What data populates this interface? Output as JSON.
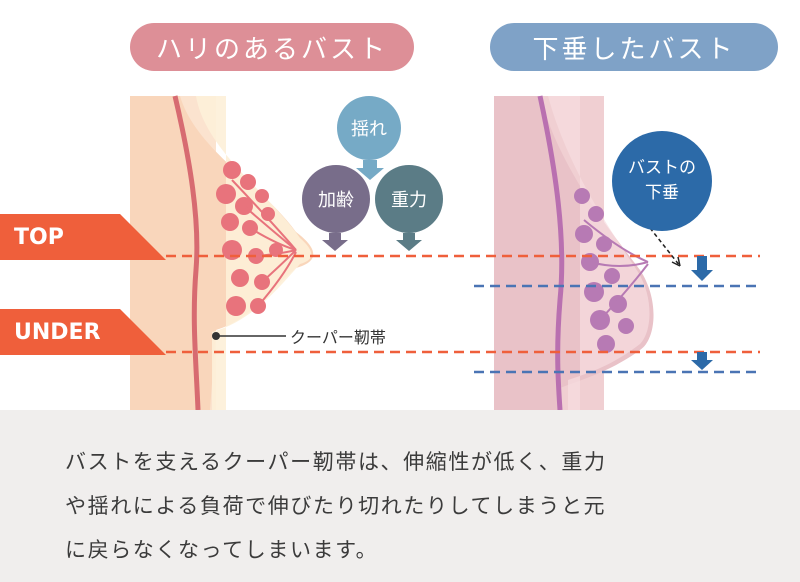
{
  "panels": {
    "left": {
      "title": "ハリのあるバスト",
      "color": "#dd8f97"
    },
    "right": {
      "title": "下垂したバスト",
      "color": "#7fa2c7"
    }
  },
  "levels": {
    "top": "TOP",
    "under": "UNDER",
    "color": "#ef5f3b"
  },
  "forces": {
    "sway": "揺れ",
    "aging": "加齢",
    "gravity": "重力",
    "sagging": [
      "バストの",
      "下垂"
    ]
  },
  "ligament_label": "クーパー靭帯",
  "caption": [
    "バストを支えるクーパー靭帯は、伸縮性が低く、重力",
    "や揺れによる負荷で伸びたり切れたりしてしまうと元",
    "に戻らなくなってしまいます。"
  ],
  "colors": {
    "left_skin": "#fbe3cf",
    "right_skin": "#f0cfd2",
    "tissue_left": "#e8737c",
    "tissue_right": "#b77ab4",
    "arrow_blue": "#2c6aa8",
    "dashed_blue": "#4a74b4"
  }
}
